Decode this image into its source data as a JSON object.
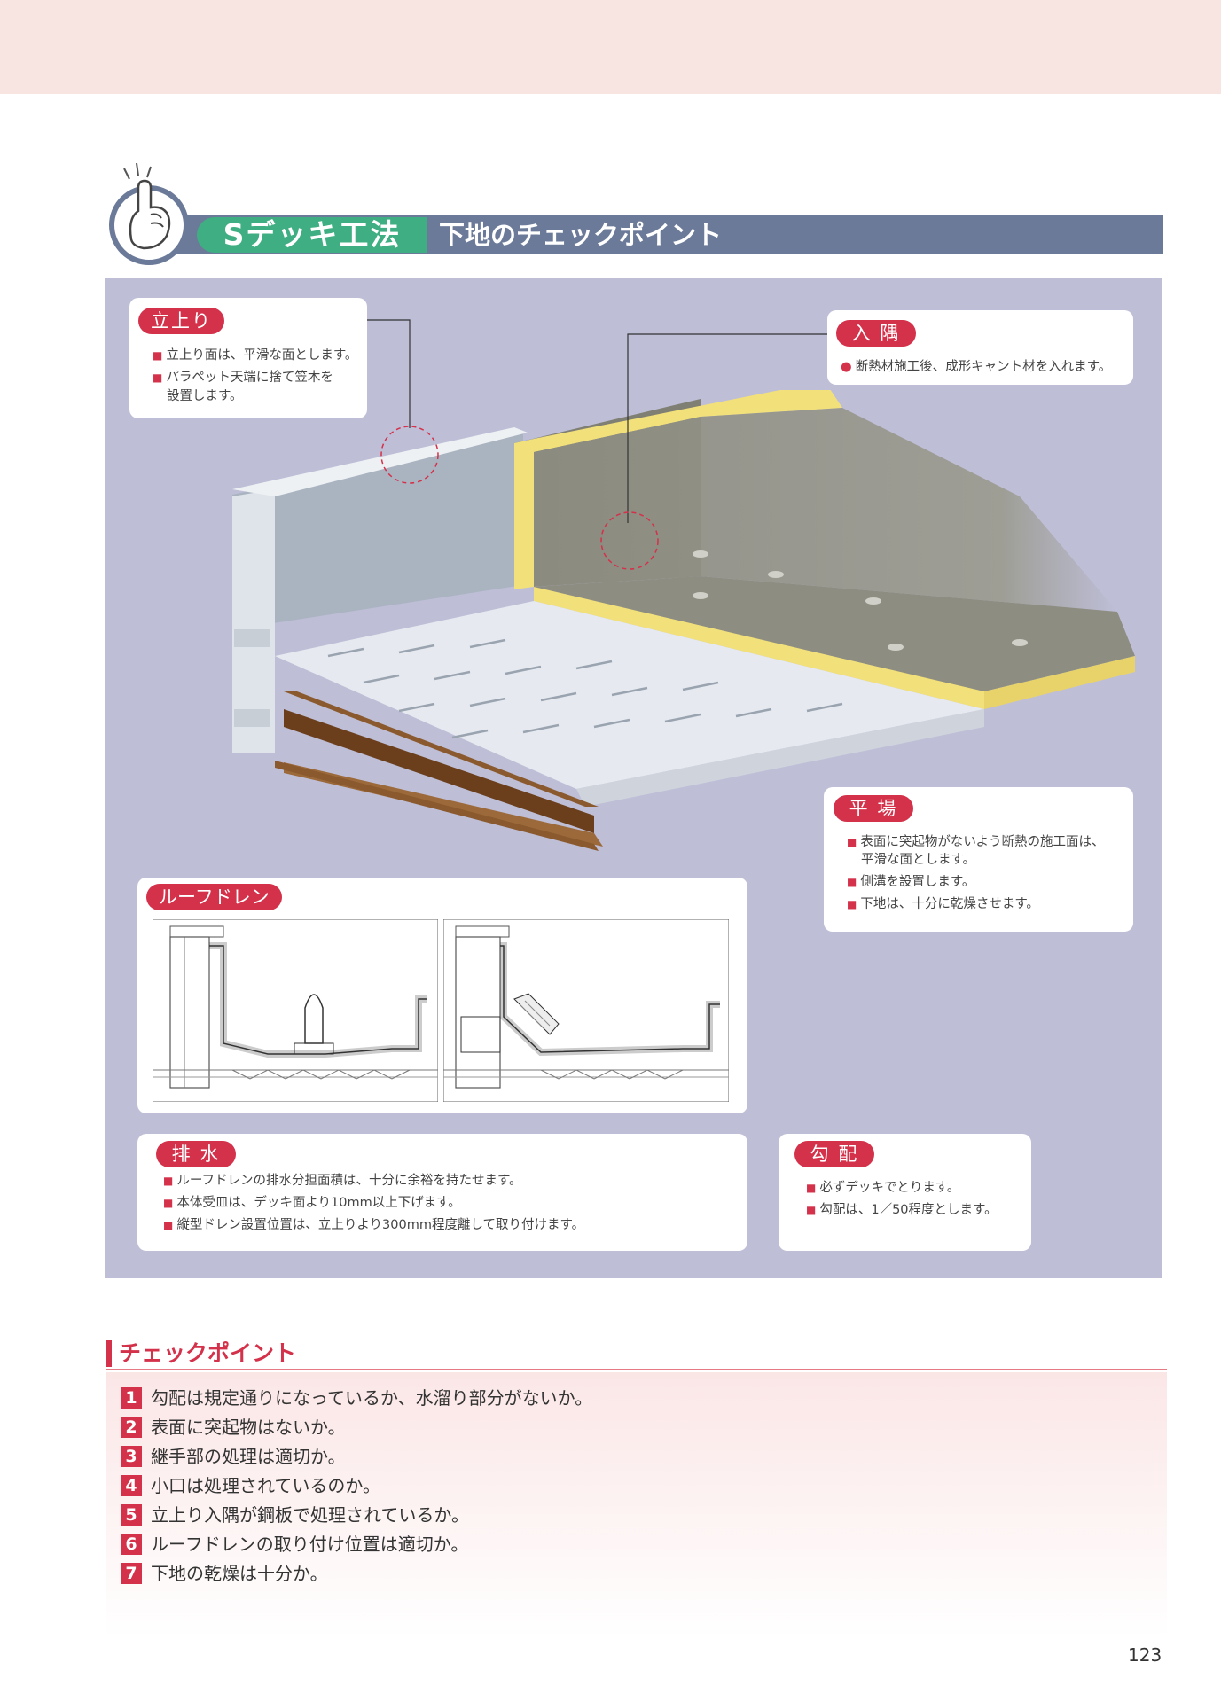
{
  "header": {
    "title_pill": "Sデッキ工法",
    "subtitle": "下地のチェックポイント"
  },
  "boxes": {
    "tachiagari": {
      "tag": "立上り",
      "lines": [
        "立上り面は、平滑な面とします。",
        "パラペット天端に捨て笠木を",
        "設置します。"
      ]
    },
    "irisumi": {
      "tag": "入 隅",
      "lines": [
        "断熱材施工後、成形キャント材を入れます。"
      ]
    },
    "hiraba": {
      "tag": "平 場",
      "lines": [
        "表面に突起物がないよう断熱の施工面は、",
        "平滑な面とします。",
        "側溝を設置します。",
        "下地は、十分に乾燥させます。"
      ]
    },
    "roofdrain": {
      "tag": "ルーフドレン"
    },
    "haisui": {
      "tag": "排 水",
      "lines": [
        "ルーフドレンの排水分担面積は、十分に余裕を持たせます。",
        "本体受皿は、デッキ面より10mm以上下げます。",
        "縦型ドレン設置位置は、立上りより300mm程度離して取り付けます。"
      ]
    },
    "koubai": {
      "tag": "勾 配",
      "lines": [
        "必ずデッキでとります。",
        "勾配は、1／50程度とします。"
      ]
    }
  },
  "checkpoints": {
    "title": "チェックポイント",
    "items": [
      {
        "num": "1",
        "text": "勾配は規定通りになっているか、水溜り部分がないか。"
      },
      {
        "num": "2",
        "text": "表面に突起物はないか。"
      },
      {
        "num": "3",
        "text": "継手部の処理は適切か。"
      },
      {
        "num": "4",
        "text": "小口は処理されているのか。"
      },
      {
        "num": "5",
        "text": "立上り入隅が鋼板で処理されているか。"
      },
      {
        "num": "6",
        "text": "ルーフドレンの取り付け位置は適切か。"
      },
      {
        "num": "7",
        "text": "下地の乾燥は十分か。"
      }
    ]
  },
  "page_number": "123",
  "colors": {
    "accent": "#d4314a",
    "header_bar": "#6b7a99",
    "pill": "#3fae82",
    "panel": "#bebed7",
    "insulation": "#f2e07a"
  }
}
